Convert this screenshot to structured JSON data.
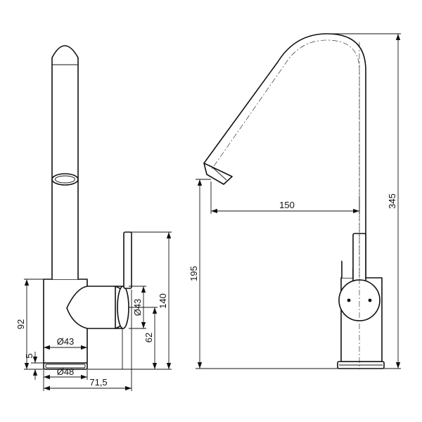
{
  "dimensions": {
    "height_92": "92",
    "thickness_5": "5",
    "base_diameter_48": "Ø48",
    "body_diameter_43": "Ø43",
    "handle_diameter_43": "Ø43",
    "handle_height_62": "62",
    "handle_top_140": "140",
    "depth_71_5": "71,5",
    "spout_height_195": "195",
    "spout_reach_150": "150",
    "overall_height_345": "345"
  }
}
